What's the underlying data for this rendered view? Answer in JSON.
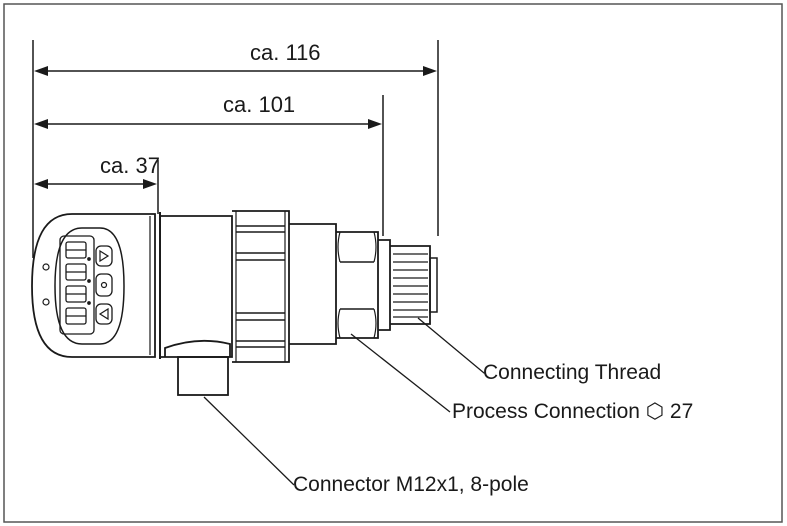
{
  "dimensions": {
    "overall": "ca. 116",
    "to_process_connection": "ca. 101",
    "display_head": "ca. 37"
  },
  "callouts": {
    "connecting_thread": "Connecting Thread",
    "process_connection": "Process Connection ⬡ 27",
    "connector": "Connector M12x1, 8-pole"
  },
  "display": {
    "digits_row": "8.8.8.8",
    "buttons": [
      "up",
      "set",
      "down"
    ]
  },
  "colors": {
    "line": "#1a1a1a",
    "background": "#ffffff",
    "body_fill": "#ffffff"
  }
}
